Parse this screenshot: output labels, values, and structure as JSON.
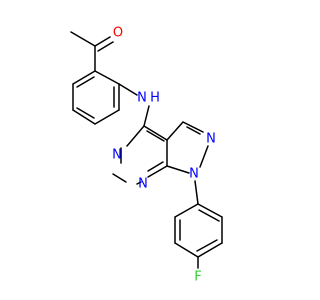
{
  "molecule": {
    "colors": {
      "bond": "#000000",
      "oxygen": "#ff0000",
      "nitrogen": "#0000ff",
      "fluorine": "#33cc33",
      "carbon": "#000000"
    },
    "labels": {
      "oxygen": "O",
      "amine_n": "N",
      "amine_h": "H",
      "ring_n1": "N",
      "ring_n2": "N",
      "pyrazole_n1": "N",
      "pyrazole_n2": "N",
      "fluorine": "F"
    }
  }
}
